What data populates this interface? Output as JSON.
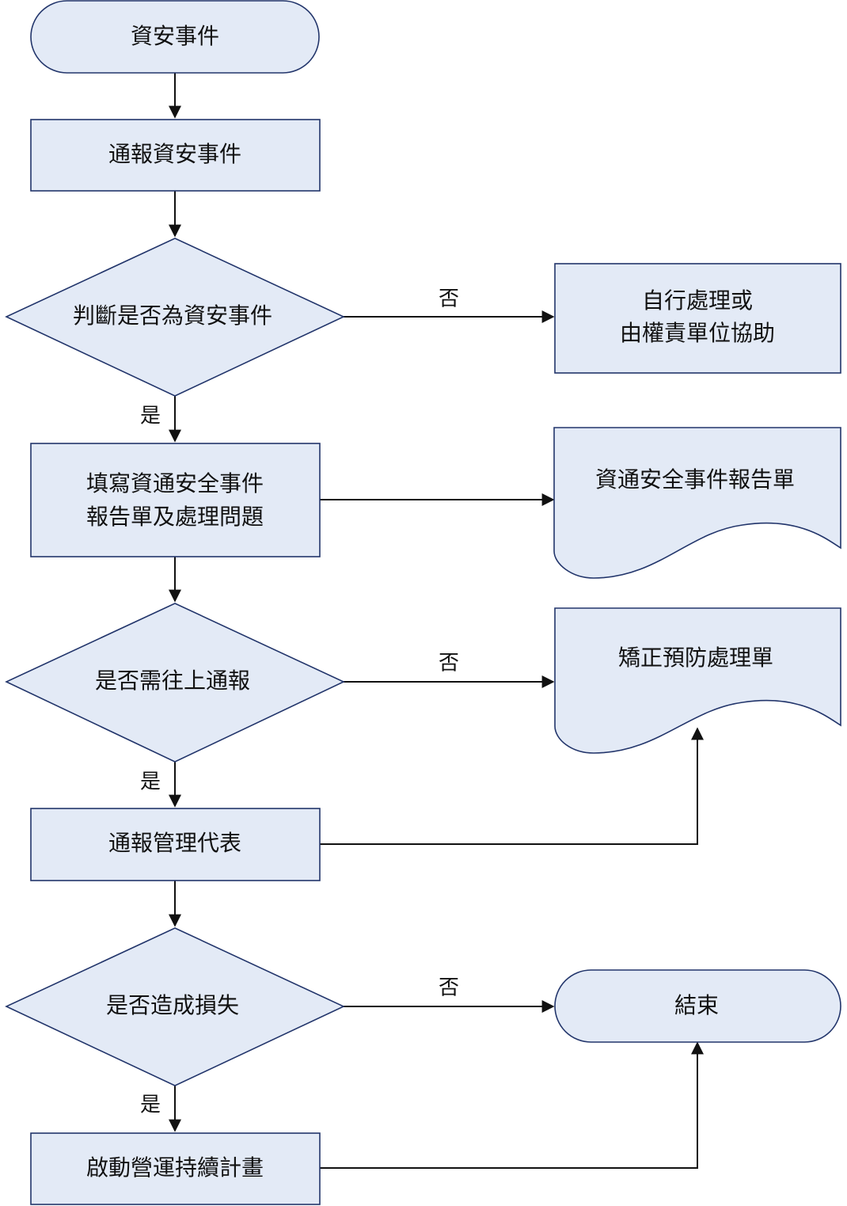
{
  "flowchart": {
    "start": {
      "label": "資安事件"
    },
    "report_incident": {
      "label": "通報資安事件"
    },
    "decision_is_incident": {
      "label": "判斷是否為資安事件",
      "no_label": "否",
      "yes_label": "是"
    },
    "self_handle": {
      "lines": [
        "自行處理或",
        "由權責單位協助"
      ]
    },
    "fill_report": {
      "lines": [
        "填寫資通安全事件",
        "報告單及處理問題"
      ]
    },
    "report_form_doc": {
      "label": "資通安全事件報告單"
    },
    "decision_escalate": {
      "label": "是否需往上通報",
      "no_label": "否",
      "yes_label": "是"
    },
    "corrective_doc": {
      "label": "矯正預防處理單"
    },
    "notify_mgmt": {
      "label": "通報管理代表"
    },
    "decision_loss": {
      "label": "是否造成損失",
      "no_label": "否",
      "yes_label": "是"
    },
    "end": {
      "label": "結束"
    },
    "bcp": {
      "label": "啟動營運持續計畫"
    }
  },
  "colors": {
    "node_fill": "#e3eaf6",
    "node_stroke": "#22356b",
    "arrow": "#111111"
  }
}
